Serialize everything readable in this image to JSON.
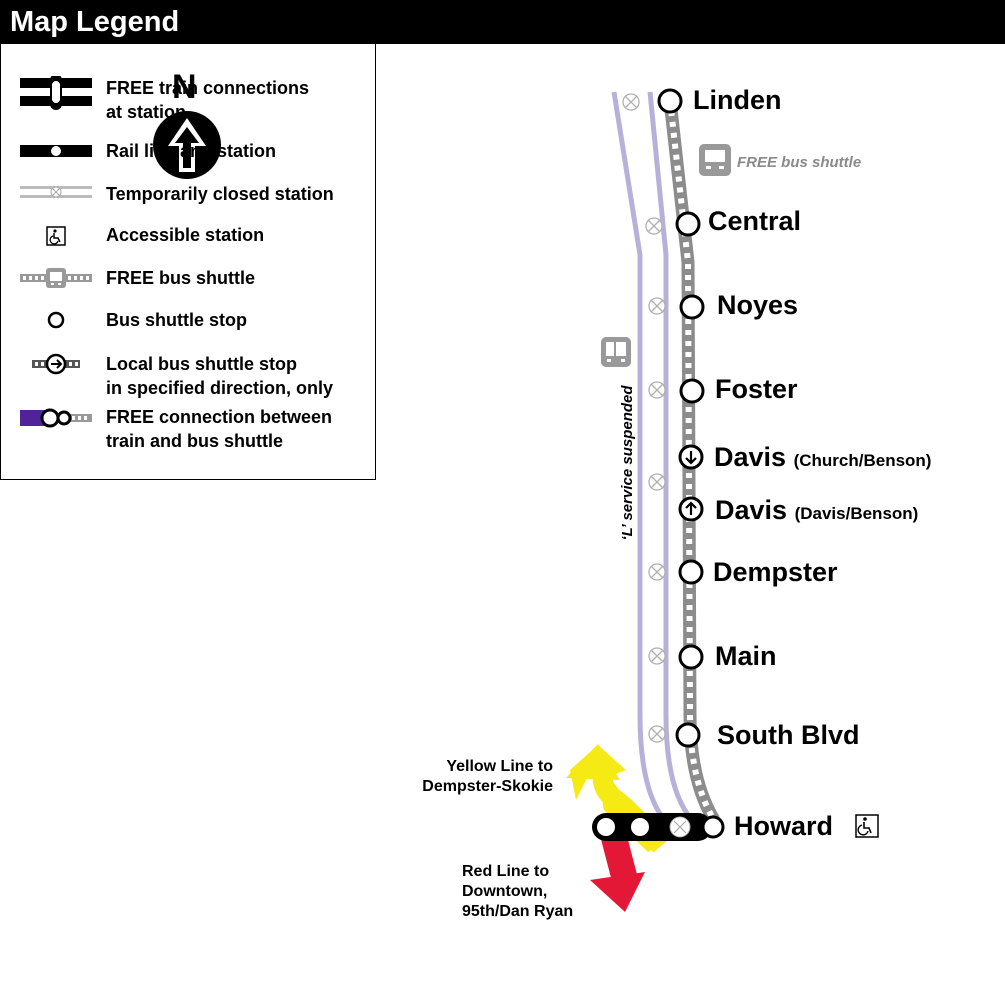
{
  "compass": {
    "letter": "N"
  },
  "legend": {
    "title": "Map Legend",
    "items": [
      {
        "line1": "FREE train connections",
        "line2": "at station"
      },
      {
        "line1": "Rail line and station",
        "line2": ""
      },
      {
        "line1": "Temporarily closed station",
        "line2": ""
      },
      {
        "line1": "Accessible station",
        "line2": ""
      },
      {
        "line1": "FREE bus shuttle",
        "line2": ""
      },
      {
        "line1": "Bus shuttle stop",
        "line2": ""
      },
      {
        "line1": "Local bus shuttle stop",
        "line2": "in specified direction, only"
      },
      {
        "line1": "FREE connection between",
        "line2": "train and bus shuttle"
      }
    ]
  },
  "map": {
    "shuttle_label": "FREE bus shuttle",
    "service_note": "‘L’ service suspended",
    "stations": [
      {
        "name": "Linden",
        "sub": ""
      },
      {
        "name": "Central",
        "sub": ""
      },
      {
        "name": "Noyes",
        "sub": ""
      },
      {
        "name": "Foster",
        "sub": ""
      },
      {
        "name": "Davis",
        "sub": "(Church/Benson)"
      },
      {
        "name": "Davis",
        "sub": "(Davis/Benson)"
      },
      {
        "name": "Dempster",
        "sub": ""
      },
      {
        "name": "Main",
        "sub": ""
      },
      {
        "name": "South Blvd",
        "sub": ""
      },
      {
        "name": "Howard",
        "sub": ""
      }
    ],
    "yellow_line": {
      "line1": "Yellow Line to",
      "line2": "Dempster-Skokie"
    },
    "red_line": {
      "line1": "Red Line to",
      "line2": "Downtown,",
      "line3": "95th/Dan Ryan"
    }
  },
  "colors": {
    "purple_line": "#b7b1d9",
    "shuttle_gray": "#8c8c8c",
    "yellow": "#f5ea14",
    "red": "#e31837",
    "purple_dark": "#522398"
  }
}
